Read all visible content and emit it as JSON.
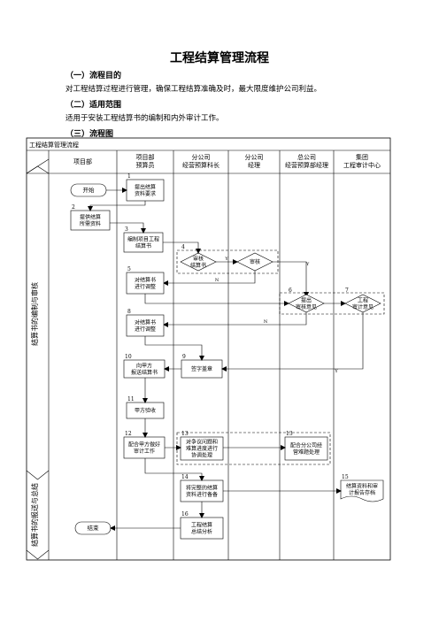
{
  "title": "工程结算管理流程",
  "sections": {
    "purpose": {
      "heading": "（一）流程目的",
      "text": "对工程结算过程进行管理，确保工程结算准确及时，最大限度维护公司利益。"
    },
    "scope": {
      "heading": "（二）适用范围",
      "text": "适用于安装工程结算书的编制和内外审计工作。"
    },
    "chart": {
      "heading": "（三）流程图"
    }
  },
  "flowchart": {
    "table_title": "工程结算管理流程",
    "phases": [
      "结算书的编制与审核",
      "结算书的报送与总结"
    ],
    "columns": [
      [
        "项目部"
      ],
      [
        "项目部",
        "预算员"
      ],
      [
        "分公司",
        "经营预算科长"
      ],
      [
        "分公司",
        "经理"
      ],
      [
        "总公司",
        "经营预算部经理"
      ],
      [
        "集团",
        "工程审计中心"
      ]
    ],
    "start_label": "开始",
    "end_label": "结束",
    "steps": {
      "s1": {
        "num": "1",
        "lines": [
          "提出结算",
          "资料要求"
        ]
      },
      "s2": {
        "num": "2",
        "lines": [
          "提供结算",
          "所需资料"
        ]
      },
      "s3": {
        "num": "3",
        "lines": [
          "编制项目工程",
          "结算书"
        ]
      },
      "s4a": {
        "num": "4",
        "lines": [
          "审核",
          "结算书"
        ]
      },
      "s4b": {
        "num": "",
        "lines": [
          "审核"
        ]
      },
      "s5": {
        "num": "5",
        "lines": [
          "对结算书",
          "进行调整"
        ]
      },
      "s6": {
        "num": "6",
        "lines": [
          "提出",
          "审核意见"
        ]
      },
      "s7": {
        "num": "7",
        "lines": [
          "工程",
          "审计意见"
        ]
      },
      "s8": {
        "num": "8",
        "lines": [
          "对结算书",
          "进行调整"
        ]
      },
      "s9": {
        "num": "9",
        "lines": [
          "签字盖章"
        ]
      },
      "s10": {
        "num": "10",
        "lines": [
          "向甲方",
          "报送结算书"
        ]
      },
      "s11": {
        "num": "11",
        "lines": [
          "甲方验收"
        ]
      },
      "s12": {
        "num": "12",
        "lines": [
          "配合甲方做好",
          "审计工作"
        ]
      },
      "s13a": {
        "num": "13",
        "lines": [
          "对争议问题和",
          "难算进度进行",
          "协调处理"
        ]
      },
      "s13b": {
        "num": "13",
        "lines": [
          "配合分公司经",
          "营难题处理"
        ]
      },
      "s14": {
        "num": "14",
        "lines": [
          "将完整的结算",
          "资料进行备备"
        ]
      },
      "s15": {
        "num": "15",
        "lines": [
          "结算资料和审",
          "计报告存档"
        ]
      },
      "s16": {
        "num": "16",
        "lines": [
          "工程结算",
          "总结分析"
        ]
      }
    },
    "edge_labels": {
      "no": "N",
      "yes": "Y"
    }
  }
}
